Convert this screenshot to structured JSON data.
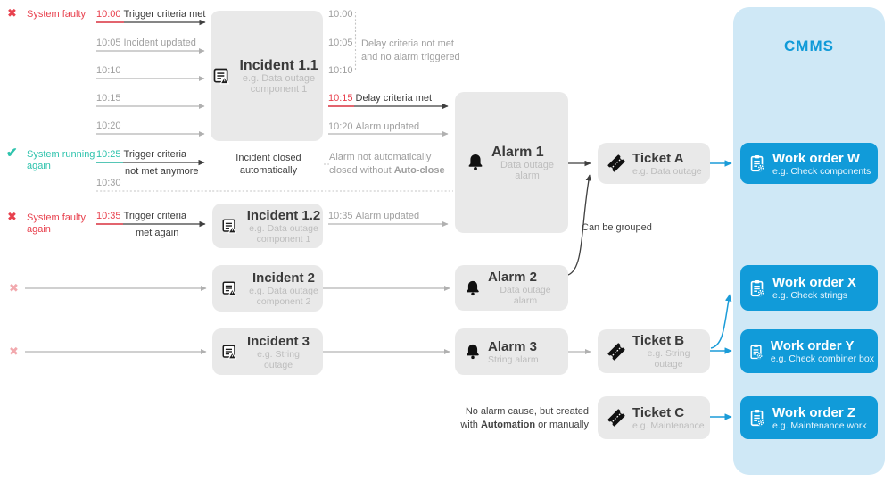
{
  "statuses": [
    {
      "icon": "x-red",
      "label": "System faulty"
    },
    {
      "icon": "check",
      "label": "System running again"
    },
    {
      "icon": "x-red",
      "label": "System faulty again"
    }
  ],
  "timeline_left": [
    {
      "time": "10:00",
      "text": "Trigger criteria met"
    },
    {
      "time": "10:05",
      "text": "Incident updated"
    },
    {
      "time": "10:10",
      "text": ""
    },
    {
      "time": "10:15",
      "text": ""
    },
    {
      "time": "10:20",
      "text": ""
    },
    {
      "time": "10:25",
      "text": "Trigger criteria",
      "text2": "not met anymore"
    },
    {
      "time": "10:30",
      "text": ""
    },
    {
      "time": "10:35",
      "text": "Trigger criteria",
      "text2": "met again"
    }
  ],
  "timeline_mid": [
    {
      "time": "10:00",
      "text": ""
    },
    {
      "time": "10:05",
      "text": ""
    },
    {
      "time": "10:10",
      "text": ""
    },
    {
      "time": "10:15",
      "text": "Delay criteria met"
    },
    {
      "time": "10:20",
      "text": "Alarm updated"
    },
    {
      "time": "10:35",
      "text": "Alarm updated"
    }
  ],
  "notes": {
    "delay_note": "Delay criteria not met and no alarm triggered",
    "no_autoclose_pre": "Alarm not automatically closed without ",
    "no_autoclose_bold": "Auto-close",
    "incident_closed": "Incident closed automatically",
    "can_be_grouped": "Can be grouped",
    "no_alarm_line1": "No alarm cause, but created",
    "no_alarm_line2_pre": "with ",
    "no_alarm_line2_bold": "Automation",
    "no_alarm_line2_post": " or manually"
  },
  "incidents": [
    {
      "title": "Incident 1.1",
      "subtitle": "e.g. Data outage component 1"
    },
    {
      "title": "Incident 1.2",
      "subtitle": "e.g. Data outage component 1"
    },
    {
      "title": "Incident 2",
      "subtitle": "e.g. Data outage component 2"
    },
    {
      "title": "Incident 3",
      "subtitle": "e.g. String outage"
    }
  ],
  "alarms": [
    {
      "title": "Alarm 1",
      "subtitle": "Data outage alarm"
    },
    {
      "title": "Alarm 2",
      "subtitle": "Data outage alarm"
    },
    {
      "title": "Alarm 3",
      "subtitle": "String alarm"
    }
  ],
  "tickets": [
    {
      "title": "Ticket A",
      "subtitle": "e.g. Data outage"
    },
    {
      "title": "Ticket B",
      "subtitle": "e.g. String outage"
    },
    {
      "title": "Ticket C",
      "subtitle": "e.g. Maintenance"
    }
  ],
  "cmms": {
    "title": "CMMS",
    "work_orders": [
      {
        "title": "Work order W",
        "subtitle": "e.g. Check components"
      },
      {
        "title": "Work order X",
        "subtitle": "e.g. Check strings"
      },
      {
        "title": "Work order Y",
        "subtitle": "e.g. Check combiner box"
      },
      {
        "title": "Work order Z",
        "subtitle": "e.g. Maintenance work"
      }
    ]
  },
  "colors": {
    "red": "#e8414e",
    "teal": "#2fc3ad",
    "pink_faded": "#f2a9ae",
    "accent_blue": "#1b9cd8",
    "work_order_blue": "#119bd9",
    "cmms_panel_bg": "#cfe8f6",
    "node_gray": "#e9e9e9",
    "muted_text": "#9f9f9f",
    "dark_text": "#3a3a3a"
  }
}
